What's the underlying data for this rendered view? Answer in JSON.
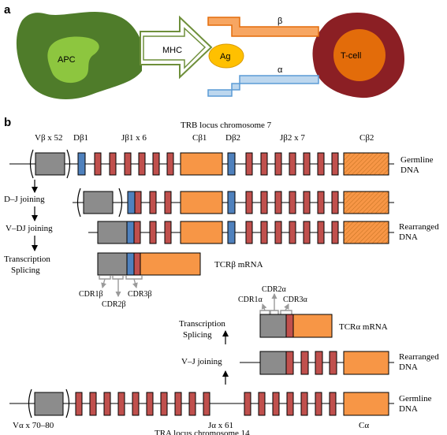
{
  "panel_a": {
    "label": "a",
    "apc": "APC",
    "mhc": "MHC",
    "ag": "Ag",
    "tcell": "T-cell",
    "beta": "β",
    "alpha": "α"
  },
  "panel_b": {
    "label": "b",
    "trb_title": "TRB locus chromosome 7",
    "trb_segments": {
      "vbeta": "Vβ x 52",
      "dbeta1": "Dβ1",
      "jbeta1": "Jβ1 x 6",
      "cbeta1": "Cβ1",
      "dbeta2": "Dβ2",
      "jbeta2": "Jβ2 x 7",
      "cbeta2": "Cβ2"
    },
    "steps_beta": {
      "dj": "D–J joining",
      "vdj": "V–DJ joining",
      "transcription": "Transcription",
      "splicing": "Splicing"
    },
    "right_labels_beta": {
      "germline_1": "Germline",
      "germline_2": "DNA",
      "rearranged_1": "Rearranged",
      "rearranged_2": "DNA"
    },
    "tcrb_mrna": "TCRβ mRNA",
    "cdr_beta": {
      "cdr1": "CDR1β",
      "cdr2": "CDR2β",
      "cdr3": "CDR3β"
    },
    "cdr_alpha": {
      "cdr1": "CDR1α",
      "cdr2": "CDR2α",
      "cdr3": "CDR3α"
    },
    "tcra_mrna": "TCRα mRNA",
    "steps_alpha": {
      "transcription": "Transcription",
      "splicing": "Splicing",
      "vj": "V–J joining"
    },
    "right_labels_alpha": {
      "rearranged_1": "Rearranged",
      "rearranged_2": "DNA",
      "germline_1": "Germline",
      "germline_2": "DNA"
    },
    "tra_segments": {
      "valpha": "Vα x 70–80",
      "jalpha": "Jα x 61",
      "calpha": "Cα"
    },
    "tra_title": "TRA locus chromosome 14"
  },
  "colors": {
    "v_gene": "#8c8c8c",
    "d_gene": "#4f81bd",
    "j_gene": "#c0504d",
    "c_gene": "#f79646",
    "apc": "#4f7c2a",
    "apc_inner": "#8dc63f",
    "tcell": "#8b1f24",
    "tcell_inner": "#e36c0a",
    "antigen": "#ffc000",
    "beta_chain": "#f7a662",
    "alpha_chain": "#9dc3e6"
  }
}
